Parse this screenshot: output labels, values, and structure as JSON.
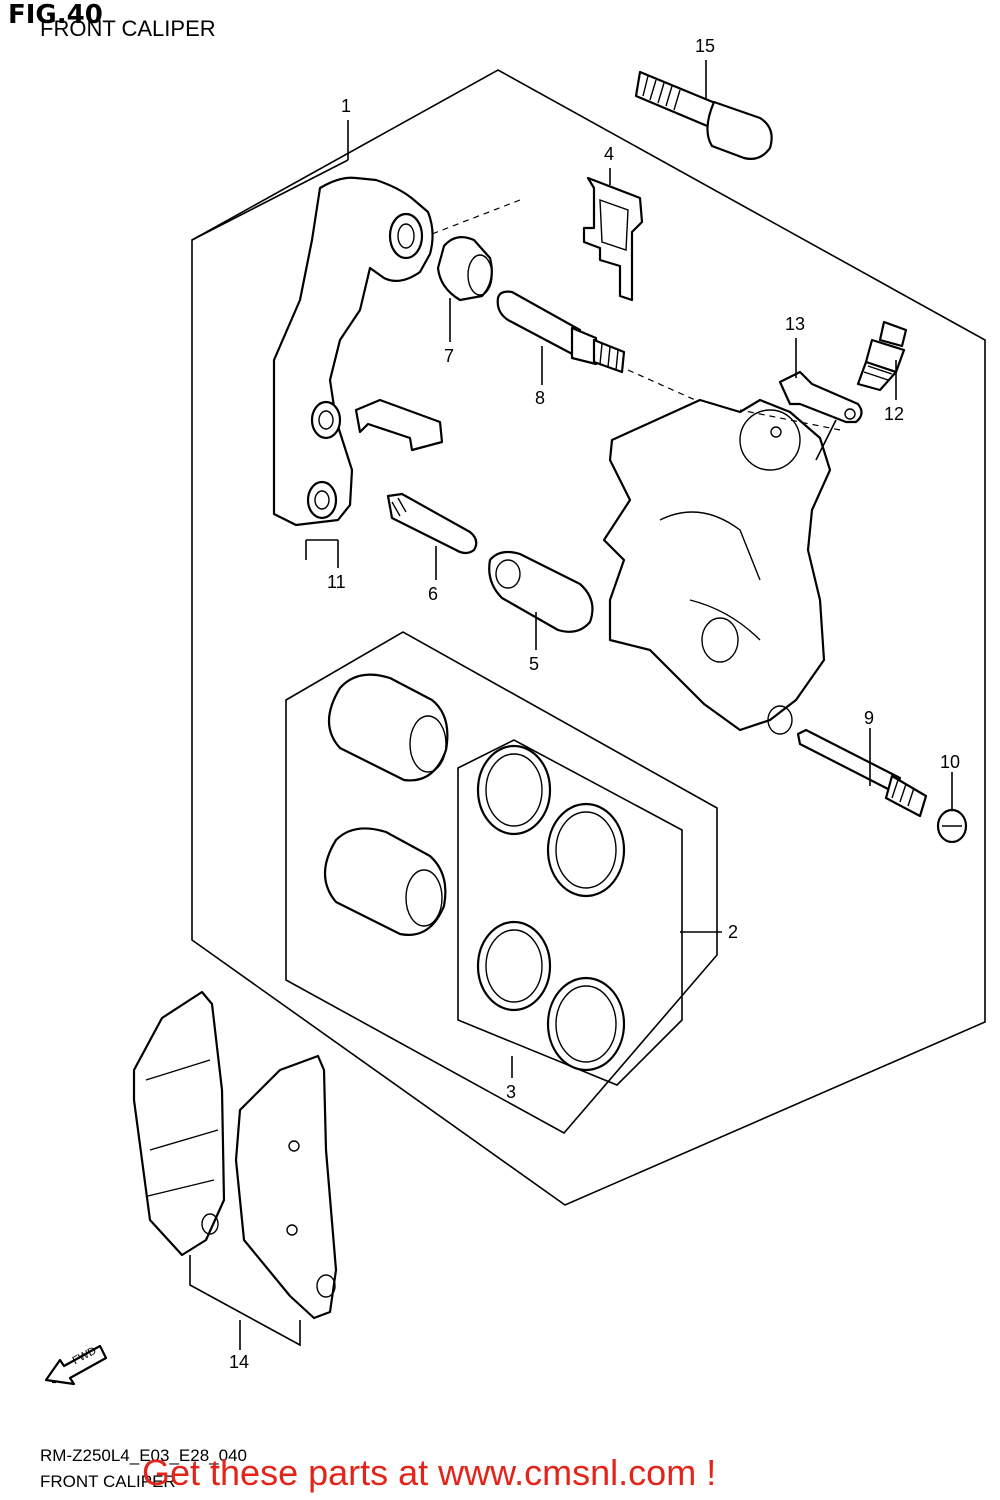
{
  "header": {
    "fig_label": "FIG.40",
    "subtitle": "FRONT CALIPER"
  },
  "callouts": [
    "1",
    "2",
    "3",
    "4",
    "5",
    "6",
    "7",
    "8",
    "9",
    "10",
    "11",
    "12",
    "13",
    "14",
    "15"
  ],
  "fwd_label": "FWD",
  "footer": {
    "model_code": "RM-Z250L4_E03_E28_040",
    "section_name": "FRONT CALIPER",
    "promo": "Get these parts at www.cmsnl.com !"
  },
  "colors": {
    "line": "#000000",
    "promo": "#e3241b",
    "background": "#ffffff"
  }
}
